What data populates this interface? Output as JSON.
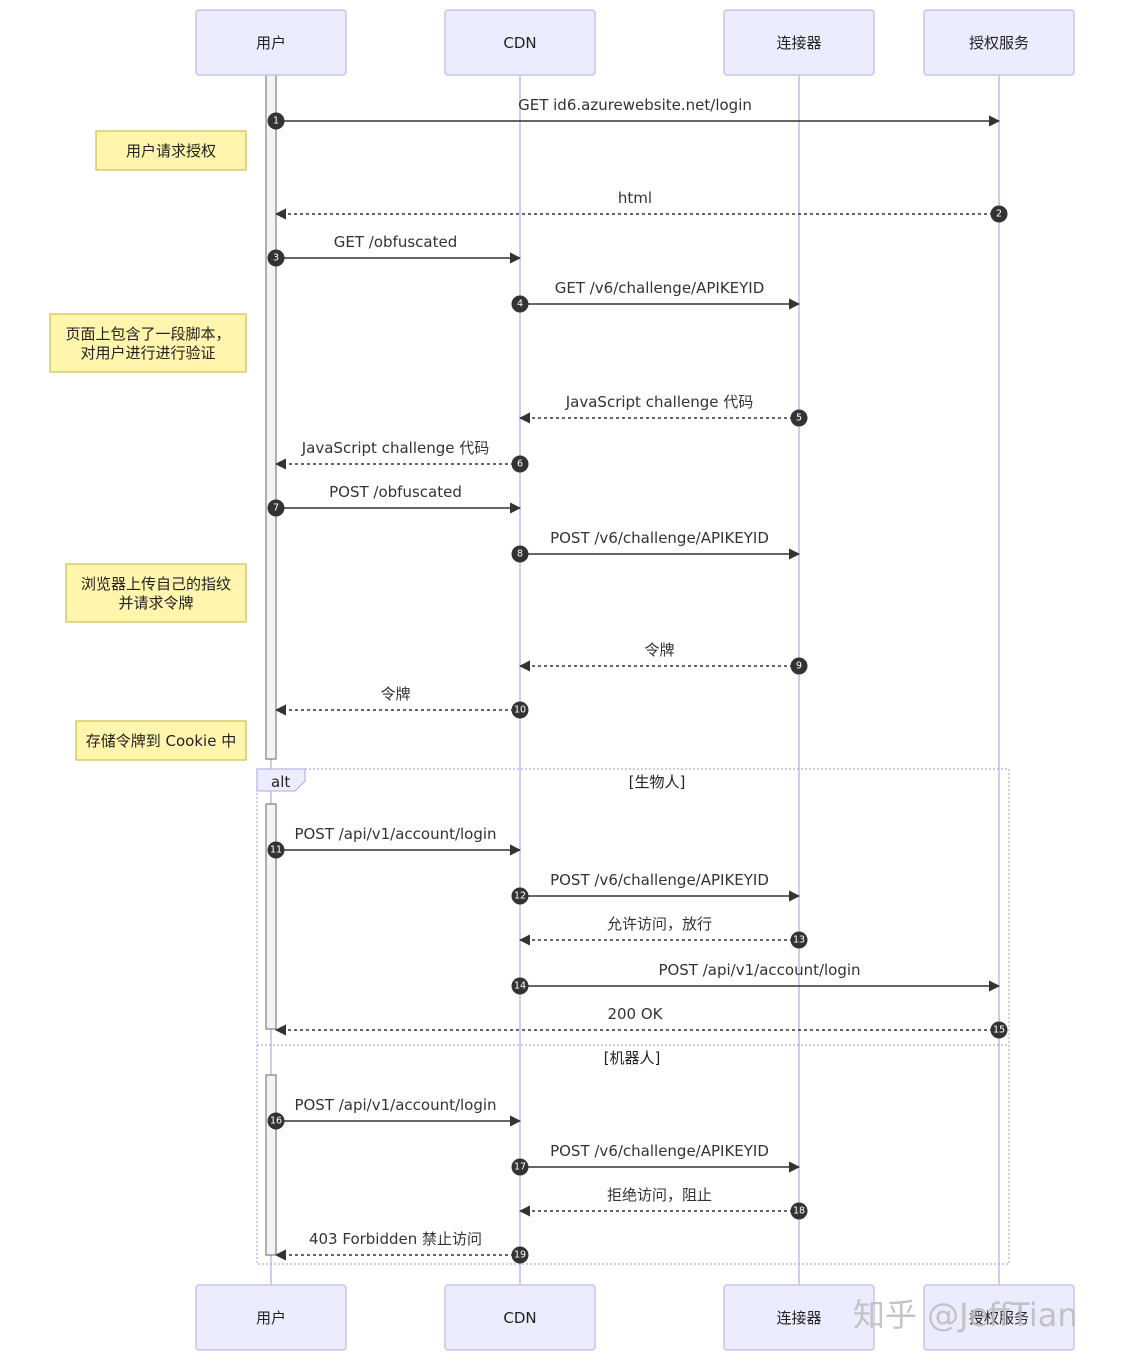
{
  "participants": [
    {
      "id": "user",
      "label": "用户"
    },
    {
      "id": "cdn",
      "label": "CDN"
    },
    {
      "id": "connector",
      "label": "连接器"
    },
    {
      "id": "auth",
      "label": "授权服务"
    }
  ],
  "notes": [
    {
      "lines": [
        "用户请求授权"
      ]
    },
    {
      "lines": [
        "页面上包含了一段脚本，",
        "对用户进行进行验证"
      ]
    },
    {
      "lines": [
        "浏览器上传自己的指纹",
        "并请求令牌"
      ]
    },
    {
      "lines": [
        "存储令牌到 Cookie 中"
      ]
    }
  ],
  "messages": [
    {
      "n": "1",
      "from": "user",
      "to": "auth",
      "label": "GET id6.azurewebsite.net/login",
      "style": "solid"
    },
    {
      "n": "2",
      "from": "auth",
      "to": "user",
      "label": "html",
      "style": "dashed"
    },
    {
      "n": "3",
      "from": "user",
      "to": "cdn",
      "label": "GET /obfuscated",
      "style": "solid"
    },
    {
      "n": "4",
      "from": "cdn",
      "to": "connector",
      "label": "GET /v6/challenge/APIKEYID",
      "style": "solid"
    },
    {
      "n": "5",
      "from": "connector",
      "to": "cdn",
      "label": "JavaScript challenge 代码",
      "style": "dashed"
    },
    {
      "n": "6",
      "from": "cdn",
      "to": "user",
      "label": "JavaScript challenge 代码",
      "style": "dashed"
    },
    {
      "n": "7",
      "from": "user",
      "to": "cdn",
      "label": "POST /obfuscated",
      "style": "solid"
    },
    {
      "n": "8",
      "from": "cdn",
      "to": "connector",
      "label": "POST /v6/challenge/APIKEYID",
      "style": "solid"
    },
    {
      "n": "9",
      "from": "connector",
      "to": "cdn",
      "label": "令牌",
      "style": "dashed"
    },
    {
      "n": "10",
      "from": "cdn",
      "to": "user",
      "label": "令牌",
      "style": "dashed"
    },
    {
      "n": "11",
      "from": "user",
      "to": "cdn",
      "label": "POST /api/v1/account/login",
      "style": "solid"
    },
    {
      "n": "12",
      "from": "cdn",
      "to": "connector",
      "label": "POST /v6/challenge/APIKEYID",
      "style": "solid"
    },
    {
      "n": "13",
      "from": "connector",
      "to": "cdn",
      "label": "允许访问，放行",
      "style": "dashed"
    },
    {
      "n": "14",
      "from": "cdn",
      "to": "auth",
      "label": "POST /api/v1/account/login",
      "style": "solid"
    },
    {
      "n": "15",
      "from": "auth",
      "to": "user",
      "label": "200 OK",
      "style": "dashed"
    },
    {
      "n": "16",
      "from": "user",
      "to": "cdn",
      "label": "POST /api/v1/account/login",
      "style": "solid"
    },
    {
      "n": "17",
      "from": "cdn",
      "to": "connector",
      "label": "POST /v6/challenge/APIKEYID",
      "style": "solid"
    },
    {
      "n": "18",
      "from": "connector",
      "to": "cdn",
      "label": "拒绝访问，阻止",
      "style": "dashed"
    },
    {
      "n": "19",
      "from": "cdn",
      "to": "user",
      "label": "403 Forbidden 禁止访问",
      "style": "dashed"
    }
  ],
  "alt": {
    "keyword": "alt",
    "sections": [
      "[生物人]",
      "[机器人]"
    ]
  },
  "watermark": "知乎 @JeffTian"
}
